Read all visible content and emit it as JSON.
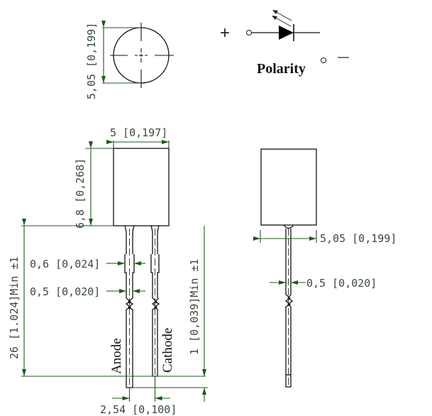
{
  "colors": {
    "outline": "#111111",
    "dimension": "#1d5a1d",
    "dimension_text": "#3a4a3a",
    "background": "#ffffff"
  },
  "top_view": {
    "diameter_label": "5,05 [0,199]"
  },
  "symbol": {
    "plus": "+",
    "minus": "—",
    "polarity_label": "Polarity",
    "diode_icon": "photodiode-symbol"
  },
  "front_view": {
    "width_label": "5 [0,197]",
    "height_label": "6,8 [0,268]",
    "lead_length_label": "26 [1.024]Min  ±1",
    "lead_width_wide_label": "0,6 [0,024]",
    "lead_width_narrow_label": "0,5 [0,020]",
    "lead_offset_label": "1 [0,039]Min  ±1",
    "pitch_label": "2,54  [0,100]",
    "anode_label": "Anode",
    "cathode_label": "Cathode"
  },
  "side_view": {
    "width_label": "5,05 [0,199]",
    "lead_width_label": "0,5 [0,020]"
  }
}
